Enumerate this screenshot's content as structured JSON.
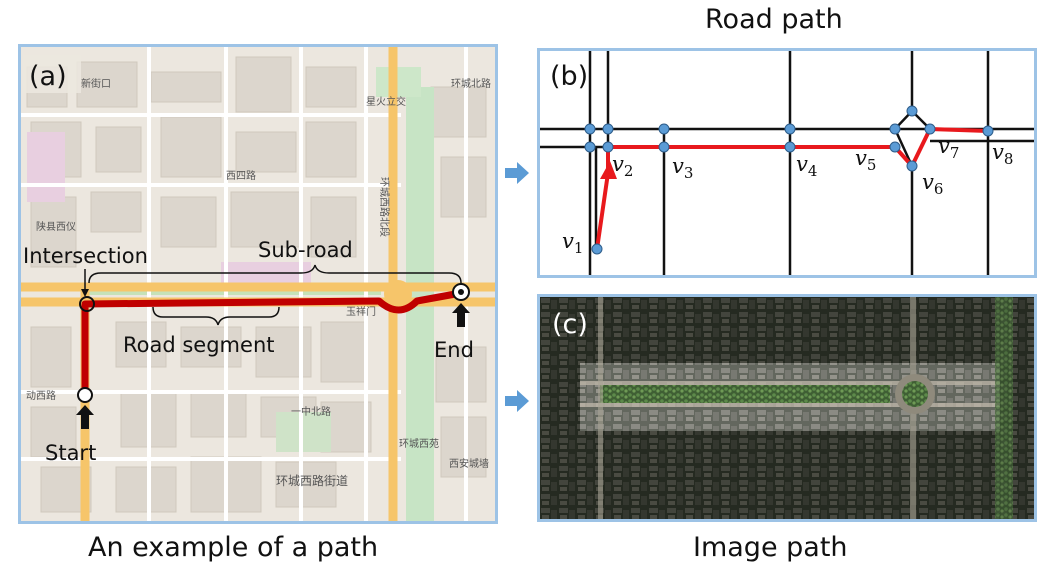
{
  "captions": {
    "road_path": "Road path",
    "path_example": "An example of a path",
    "image_path": "Image path"
  },
  "panel_a": {
    "tag": "(a)",
    "labels": {
      "intersection": "Intersection",
      "sub_road": "Sub-road",
      "road_segment": "Road segment",
      "start": "Start",
      "end": "End"
    },
    "map_text": {
      "t1": "新街口",
      "t2": "西四路",
      "t3": "陕县西仪",
      "t4": "环城西路北段",
      "t5": "玉祥门",
      "t6": "一中北路",
      "t7": "环城西路街道",
      "t8": "环城西苑",
      "t9": "西安城墙",
      "t10": "动西路",
      "t11": "环城北路",
      "t12": "星火立交"
    }
  },
  "panel_b": {
    "tag": "(b)",
    "vertices": [
      {
        "name": "v",
        "sub": "1"
      },
      {
        "name": "v",
        "sub": "2"
      },
      {
        "name": "v",
        "sub": "3"
      },
      {
        "name": "v",
        "sub": "4"
      },
      {
        "name": "v",
        "sub": "5"
      },
      {
        "name": "v",
        "sub": "6"
      },
      {
        "name": "v",
        "sub": "7"
      },
      {
        "name": "v",
        "sub": "8"
      }
    ]
  },
  "panel_c": {
    "tag": "(c)"
  },
  "colors": {
    "panel_border": "#9dc3e6",
    "path_red_map": "#c00000",
    "path_red_graph": "#e8191d",
    "vertex_blue": "#5b9bd5",
    "arrow_blue": "#5b9bd5",
    "major_road": "#f6c56a"
  }
}
